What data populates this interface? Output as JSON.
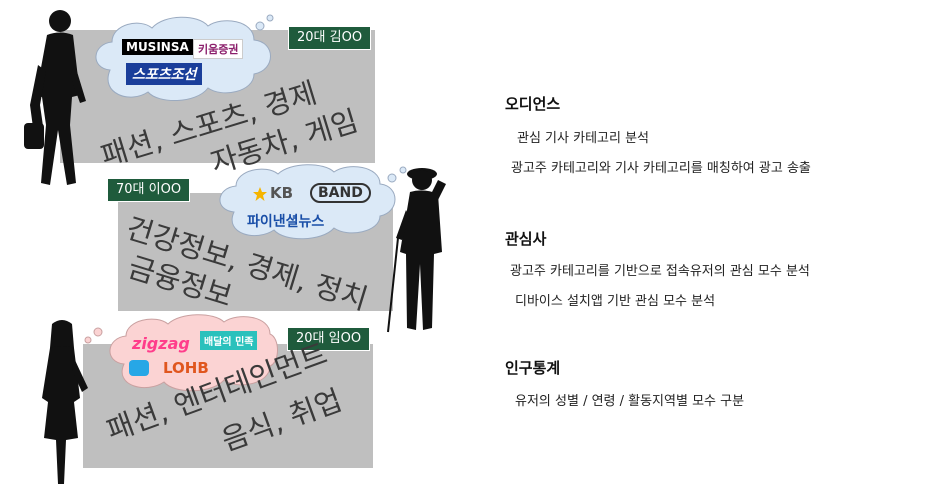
{
  "personas": [
    {
      "tag": "20대 김OO",
      "interests_line1": "패션, 스포츠, 경제",
      "interests_line2": "자동차, 게임",
      "logos": {
        "musinsa": "MUSINSA",
        "kiwoom": "키움증권",
        "sports": "스포츠조선"
      }
    },
    {
      "tag": "70대 이OO",
      "interests_line1": "건강정보, 경제, 정치",
      "interests_line2": "금융정보",
      "logos": {
        "kb": "KB",
        "band": "BAND",
        "financial": "파이낸셜뉴스"
      }
    },
    {
      "tag": "20대 임OO",
      "interests_line1": "패션, 엔터테인먼트",
      "interests_line2": "음식, 취업",
      "logos": {
        "zigzag": "zigzag",
        "baemin": "배달의 민족",
        "lohbs": "LOHB"
      }
    }
  ],
  "sections": [
    {
      "title": "오디언스",
      "items": [
        "관심 기사 카테고리 분석",
        "광고주 카테고리와 기사 카테고리를 매칭하여 광고 송출"
      ]
    },
    {
      "title": "관심사",
      "items": [
        "광고주 카테고리를 기반으로 접속유저의 관심 모수 분석",
        "디바이스 설치앱 기반 관심 모수 분석"
      ]
    },
    {
      "title": "인구통계",
      "items": [
        "유저의 성별 / 연령 / 활동지역별 모수 구분"
      ]
    }
  ],
  "colors": {
    "panel": "#bfbfbf",
    "tag": "#1f5b3c",
    "cloud_blue": "#dbe9f7",
    "cloud_pink": "#fbd3d3"
  }
}
